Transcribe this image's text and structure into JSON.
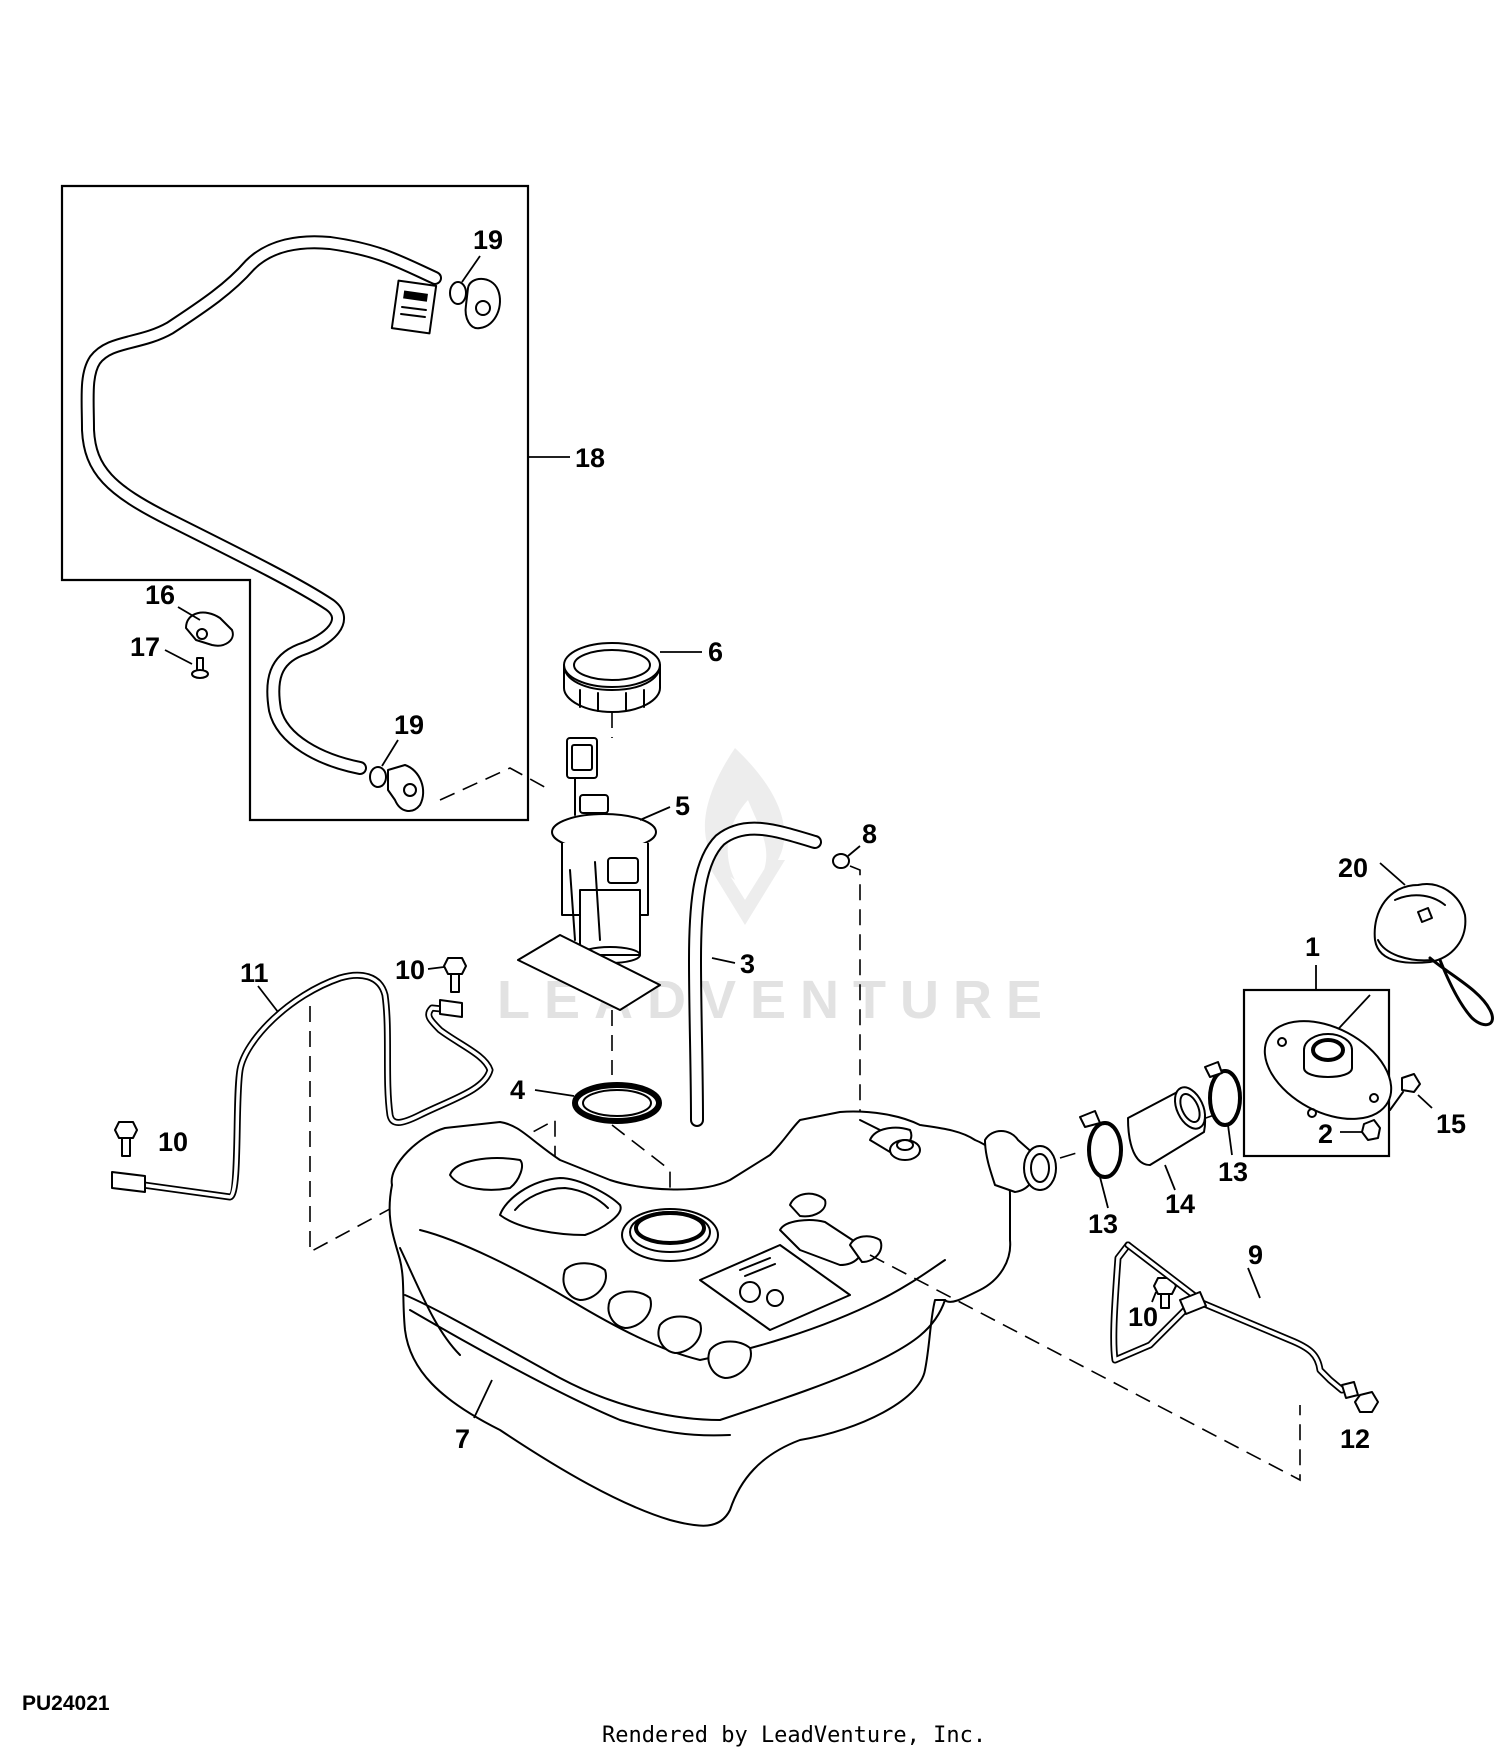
{
  "watermark": {
    "text": "LEADVENTURE"
  },
  "figure_code": "PU24021",
  "credit": "Rendered by LeadVenture, Inc.",
  "callouts": {
    "c1": "1",
    "c2": "2",
    "c3": "3",
    "c4": "4",
    "c5": "5",
    "c6": "6",
    "c7": "7",
    "c8": "8",
    "c9": "9",
    "c10a": "10",
    "c10b": "10",
    "c10c": "10",
    "c11": "11",
    "c12": "12",
    "c13a": "13",
    "c13b": "13",
    "c14": "14",
    "c15": "15",
    "c16": "16",
    "c17": "17",
    "c18": "18",
    "c19a": "19",
    "c19b": "19",
    "c20": "20"
  }
}
